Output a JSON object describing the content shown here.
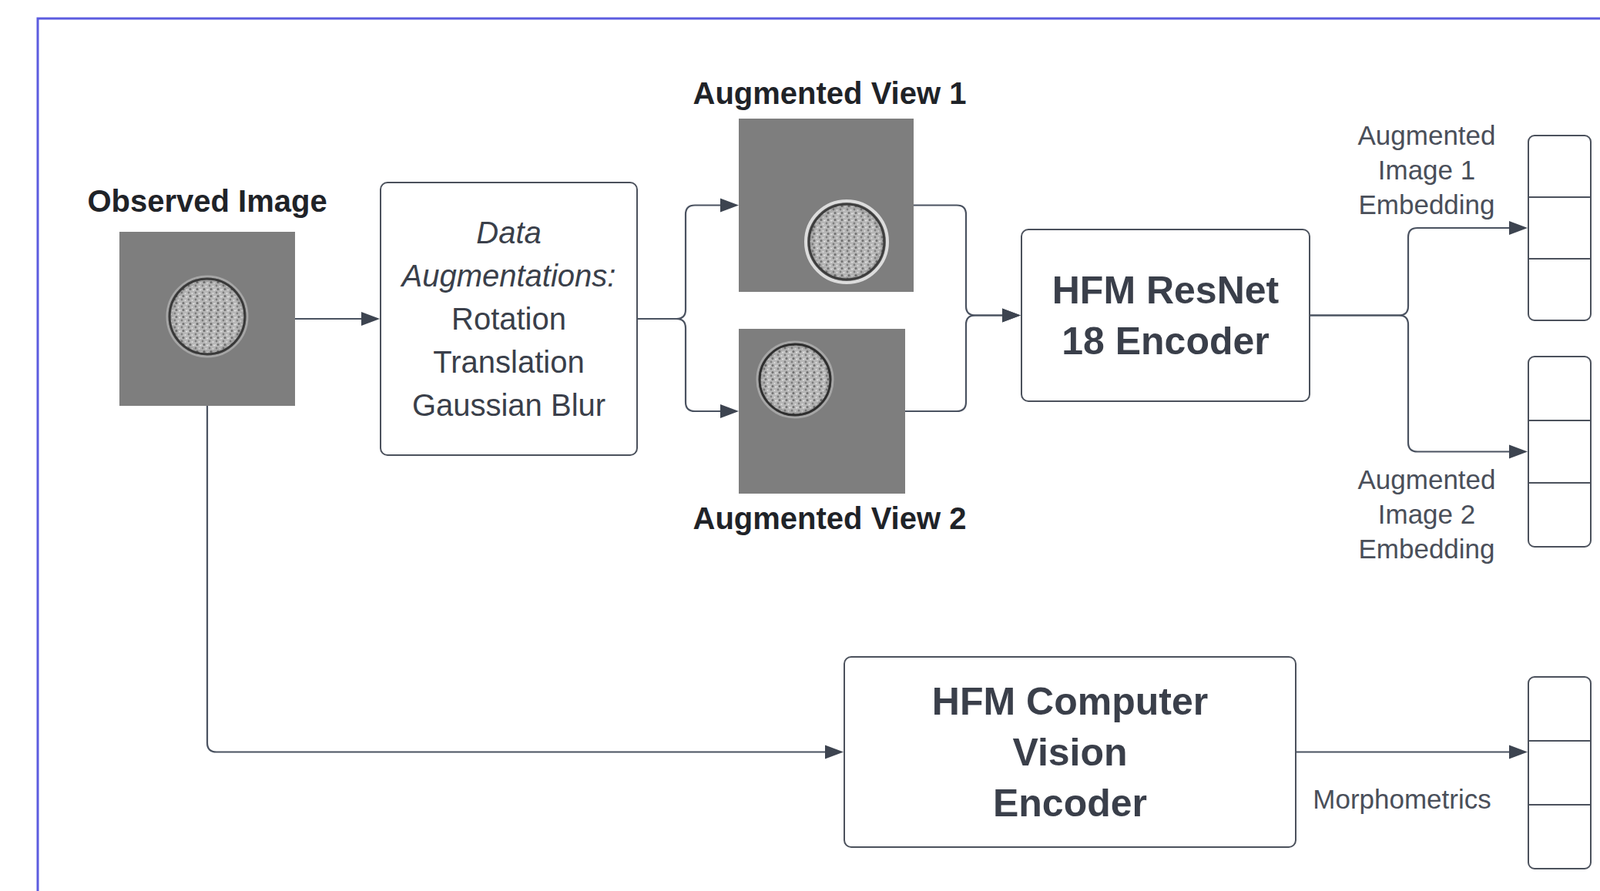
{
  "diagram": {
    "nodes": [
      {
        "text": [
          "Observed Image"
        ]
      },
      {
        "text": [
          "Data Augmentations:",
          "Rotation Translation Gaussian Blur"
        ]
      },
      {
        "text": [
          "Augmented View 1"
        ]
      },
      {
        "text": [
          "Augmented View 2"
        ]
      },
      {
        "text": [
          "HFM ResNet 18 Encoder"
        ]
      },
      {
        "text": [
          "Augmented Image 1 Embedding"
        ]
      },
      {
        "text": [
          "Augmented Image 2 Embedding"
        ]
      },
      {
        "text": [
          "HFM Computer Vision Encoder"
        ]
      },
      {
        "text": [
          "Morphometrics"
        ]
      }
    ],
    "edges": [
      {
        "from": 0,
        "to": 1,
        "arrow": "to"
      },
      {
        "from": 1,
        "to": 2,
        "arrow": "to"
      },
      {
        "from": 1,
        "to": 3,
        "arrow": "to"
      },
      {
        "from": 2,
        "to": 4,
        "arrow": "to"
      },
      {
        "from": 3,
        "to": 4,
        "arrow": "to"
      },
      {
        "from": 4,
        "to": 5,
        "arrow": "to"
      },
      {
        "from": 4,
        "to": 6,
        "arrow": "to"
      },
      {
        "from": 0,
        "to": 7,
        "arrow": "to"
      },
      {
        "from": 7,
        "to": 8,
        "arrow": "to"
      }
    ]
  }
}
